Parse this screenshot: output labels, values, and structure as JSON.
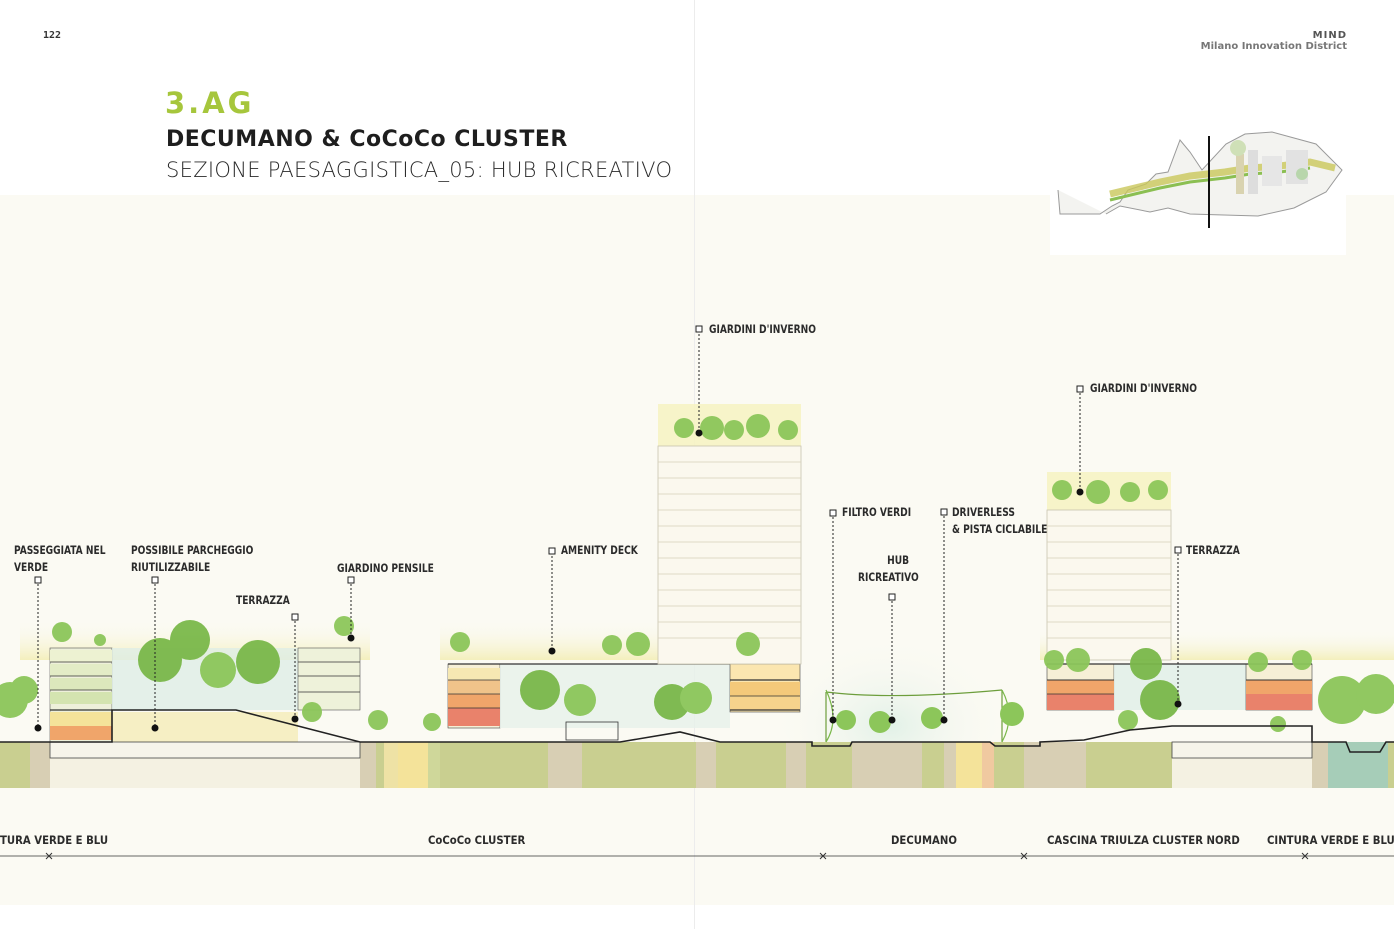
{
  "header": {
    "page_number": "122",
    "brand": "MIND",
    "brand_subtitle": "Milano Innovation District"
  },
  "section": {
    "code": "3.AG",
    "title": "DECUMANO & CoCoCo CLUSTER",
    "subtitle": "SEZIONE PAESAGGISTICA_05: HUB RICREATIVO"
  },
  "annotations": {
    "passeggiata": [
      "PASSEGGIATA NEL",
      "VERDE"
    ],
    "parcheggio": [
      "POSSIBILE PARCHEGGIO",
      "RIUTILIZZABILE"
    ],
    "terrazza_left": "TERRAZZA",
    "giardino_pensile": "GIARDINO PENSILE",
    "amenity_deck": "AMENITY DECK",
    "giardini_inverno_1": "GIARDINI D'INVERNO",
    "filtro_verdi": "FILTRO VERDI",
    "hub_ricreativo": [
      "HUB",
      "RICREATIVO"
    ],
    "driverless": [
      "DRIVERLESS",
      "& PISTA CICLABILE"
    ],
    "giardini_inverno_2": "GIARDINI D'INVERNO",
    "terrazza_right": "TERRAZZA"
  },
  "zones": {
    "cintura_left": "TURA VERDE E BLU",
    "cococo": "CoCoCo  CLUSTER",
    "decumano": "DECUMANO",
    "cascina": "CASCINA TRIULZA CLUSTER NORD",
    "cintura_right": "CINTURA VERDE E BLU"
  },
  "colors": {
    "accent": "#a6c63c",
    "ground": "#c9cf90",
    "tree": "#7fbf4a",
    "orange": "#f0a56a",
    "red_orange": "#e9826b",
    "yellow": "#f4e39a",
    "water": "#a6cdb8"
  }
}
